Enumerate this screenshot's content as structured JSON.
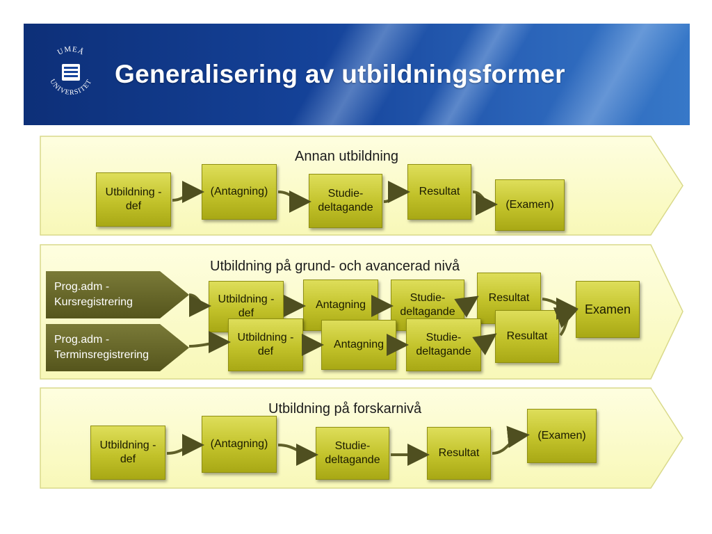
{
  "header": {
    "title": "Generalisering av utbildningsformer",
    "logo_text": "UMEÅ UNIVERSITET"
  },
  "lanes": [
    {
      "title": "Annan utbildning",
      "boxes": [
        "Utbildning - def",
        "(Antagning)",
        "Studie- deltagande",
        "Resultat",
        "(Examen)"
      ]
    },
    {
      "title": "Utbildning på grund- och avancerad nivå",
      "sources": [
        "Prog.adm - Kursregistrering",
        "Prog.adm - Terminsregistrering"
      ],
      "row1": [
        "Utbildning - def",
        "Antagning",
        "Studie- deltagande",
        "Resultat"
      ],
      "row2": [
        "Utbildning - def",
        "Antagning",
        "Studie- deltagande",
        "Resultat"
      ],
      "final": "Examen"
    },
    {
      "title": "Utbildning på forskarnivå",
      "boxes": [
        "Utbildning - def",
        "(Antagning)",
        "Studie- deltagande",
        "Resultat",
        "(Examen)"
      ]
    }
  ],
  "colors": {
    "header_blue": "#15439a",
    "lane_fill": "#fdfdc8",
    "box_olive": "#c2c22a",
    "source_chevron": "#6b6b2a"
  }
}
